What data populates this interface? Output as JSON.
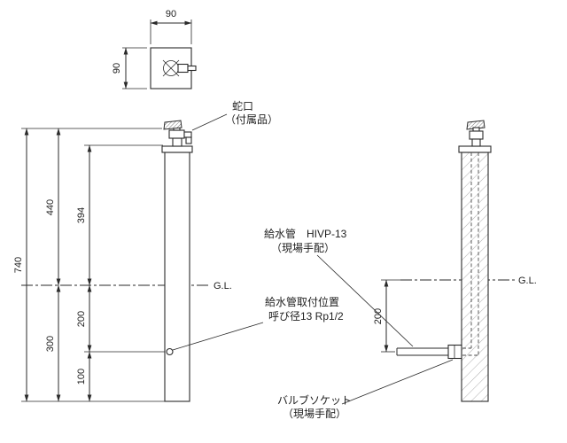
{
  "colors": {
    "ink": "#2a2a2a",
    "background": "#ffffff"
  },
  "views": {
    "top": {
      "dim_width": "90",
      "dim_height": "90"
    },
    "front": {
      "dim_total": "740",
      "dim_above_gl": "440",
      "dim_body_above_gl": "394",
      "dim_below_gl": "300",
      "dim_gl_to_inlet": "200",
      "dim_inlet_to_bottom": "100",
      "gl_label": "G.L."
    },
    "side": {
      "dim_gl_to_pipe": "200",
      "gl_label": "G.L."
    }
  },
  "annotations": {
    "faucet": {
      "line1": "蛇口",
      "line2": "（付属品）"
    },
    "supply_pipe": {
      "line1": "給水管　HIVP-13",
      "line2": "（現場手配）"
    },
    "inlet": {
      "line1": "給水管取付位置",
      "line2": "呼び径13 Rp1/2"
    },
    "valve_socket": {
      "line1": "バルブソケット",
      "line2": "（現場手配）"
    }
  }
}
